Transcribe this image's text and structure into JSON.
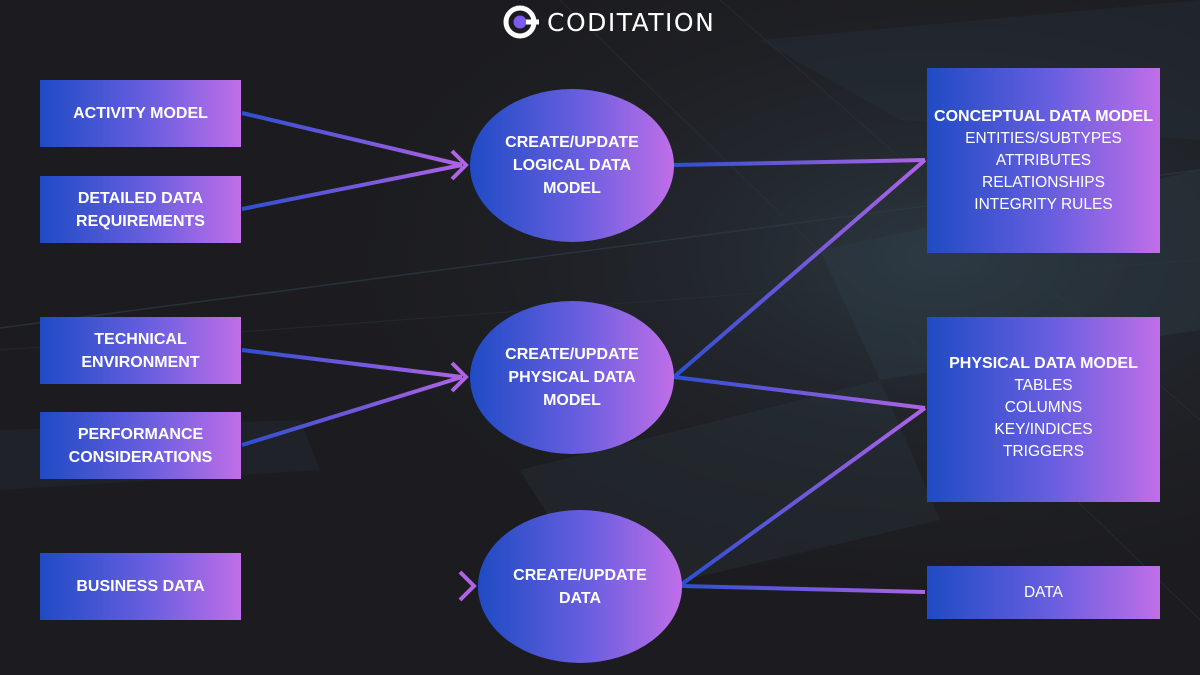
{
  "brand": {
    "name": "CODITATION",
    "logo_icon": "c-ring-logo-icon"
  },
  "colors": {
    "background": "#1c1c20",
    "grad_start": "#1f4bc4",
    "grad_mid": "#6a5fe0",
    "grad_end": "#c06ee8",
    "connector": "#a45be0"
  },
  "inputs": {
    "activity_model": [
      "ACTIVITY MODEL"
    ],
    "detailed_data_requirements": [
      "DETAILED DATA",
      "REQUIREMENTS"
    ],
    "technical_environment": [
      "TECHNICAL",
      "ENVIRONMENT"
    ],
    "performance_considerations": [
      "PERFORMANCE",
      "CONSIDERATIONS"
    ],
    "business_data": [
      "BUSINESS DATA"
    ]
  },
  "processes": {
    "logical": [
      "CREATE/UPDATE",
      "LOGICAL DATA",
      "MODEL"
    ],
    "physical": [
      "CREATE/UPDATE",
      "PHYSICAL DATA",
      "MODEL"
    ],
    "data": [
      "CREATE/UPDATE",
      "DATA"
    ]
  },
  "outputs": {
    "conceptual": {
      "title": "CONCEPTUAL DATA MODEL",
      "items": [
        "ENTITIES/SUBTYPES",
        "ATTRIBUTES",
        "RELATIONSHIPS",
        "INTEGRITY RULES"
      ]
    },
    "physical": {
      "title": "PHYSICAL DATA MODEL",
      "items": [
        "TABLES",
        "COLUMNS",
        "KEY/INDICES",
        "TRIGGERS"
      ]
    },
    "data": {
      "title": "DATA"
    }
  }
}
